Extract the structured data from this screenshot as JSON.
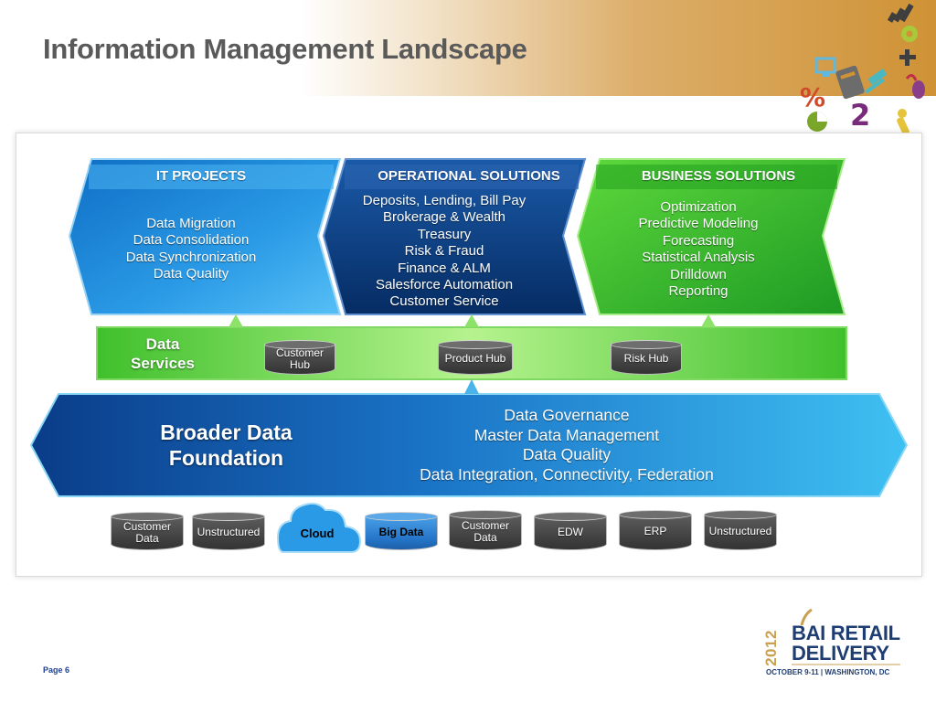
{
  "page": {
    "title": "Information Management Landscape",
    "page_number": "Page 6"
  },
  "projects": {
    "header": "IT PROJECTS",
    "items": [
      "Data Migration",
      "Data Consolidation",
      "Data Synchronization",
      "Data Quality"
    ]
  },
  "operational": {
    "header": "OPERATIONAL SOLUTIONS",
    "items": [
      "Deposits, Lending, Bill Pay",
      "Brokerage & Wealth",
      "Treasury",
      "Risk & Fraud",
      "Finance & ALM",
      "Salesforce Automation",
      "Customer Service"
    ]
  },
  "business": {
    "header": "BUSINESS SOLUTIONS",
    "items": [
      "Optimization",
      "Predictive Modeling",
      "Forecasting",
      "Statistical Analysis",
      "Drilldown",
      "Reporting"
    ]
  },
  "data_services": {
    "label": "Data Services",
    "hubs": [
      "Customer Hub",
      "Product Hub",
      "Risk Hub"
    ]
  },
  "foundation": {
    "title": "Broader Data Foundation",
    "items": [
      "Data Governance",
      "Master Data Management",
      "Data Quality",
      "Data Integration, Connectivity, Federation"
    ]
  },
  "sources": [
    "Customer Data",
    "Unstructured",
    "Cloud",
    "Big Data",
    "Customer Data",
    "EDW",
    "ERP",
    "Unstructured"
  ],
  "logo": {
    "year": "2012",
    "line1": "BAI RETAIL",
    "line2": "DELIVERY",
    "dates": "OCTOBER 9-11 | WASHINGTON, DC"
  },
  "colors": {
    "it_blue": "#1b86d8",
    "ops_navy": "#0a3e86",
    "biz_green": "#3cb82e",
    "services_green": "#5ed13e",
    "foundation_blue": "#1a73c6",
    "cylinder": "#4a4a4a",
    "title": "#5a5a5a"
  }
}
